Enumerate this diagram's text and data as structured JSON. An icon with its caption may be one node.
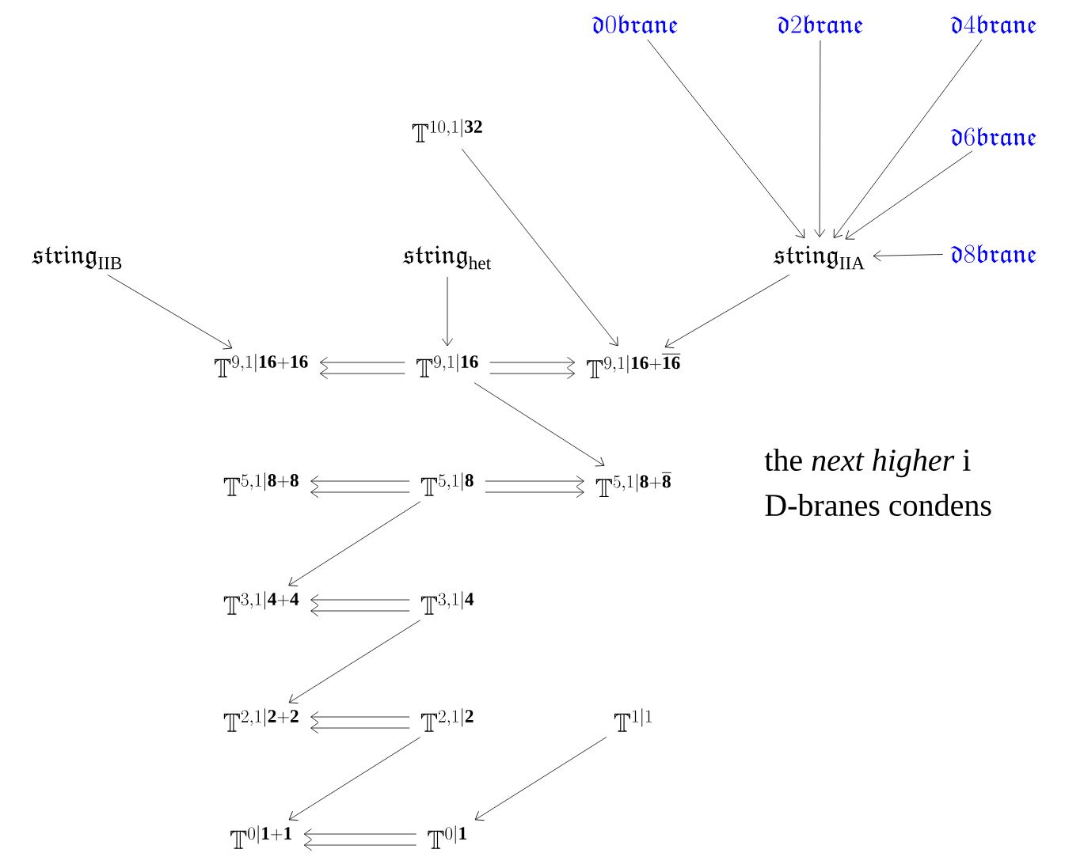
{
  "diagram": {
    "nodes": [
      {
        "text": [
          "\\mathfrak{d}0\\mathfrak{brane}"
        ]
      },
      {
        "text": [
          "\\mathfrak{d}2\\mathfrak{brane}"
        ]
      },
      {
        "text": [
          "\\mathfrak{d}4\\mathfrak{brane}"
        ]
      },
      {
        "text": [
          "\\mathfrak{d}6\\mathfrak{brane}"
        ]
      },
      {
        "text": [
          "\\mathbb{T}^{10,1|\\mathbf{32}}"
        ]
      },
      {
        "text": [
          "\\mathfrak{string}_{\\mathrm{IIB}}"
        ]
      },
      {
        "text": [
          "\\mathfrak{string}_{\\mathrm{het}}"
        ]
      },
      {
        "text": [
          "\\mathfrak{string}_{\\mathrm{IIA}}"
        ]
      },
      {
        "text": [
          "\\mathfrak{d}8\\mathfrak{brane}"
        ]
      },
      {
        "text": [
          "\\mathbb{T}^{9,1|\\mathbf{16}+\\mathbf{16}}"
        ]
      },
      {
        "text": [
          "\\mathbb{T}^{9,1|\\mathbf{16}}"
        ]
      },
      {
        "text": [
          "\\mathbb{T}^{9,1|\\mathbf{16}+\\overline{\\mathbf{16}}}"
        ]
      },
      {
        "text": [
          "\\mathbb{T}^{5,1|\\mathbf{8}+\\mathbf{8}}"
        ]
      },
      {
        "text": [
          "\\mathbb{T}^{5,1|\\mathbf{8}}"
        ]
      },
      {
        "text": [
          "\\mathbb{T}^{5,1|\\mathbf{8}+\\overline{\\mathbf{8}}}"
        ]
      },
      {
        "text": [
          "\\mathbb{T}^{3,1|\\mathbf{4}+\\mathbf{4}}"
        ]
      },
      {
        "text": [
          "\\mathbb{T}^{3,1|\\mathbf{4}}"
        ]
      },
      {
        "text": [
          "\\mathbb{T}^{2,1|\\mathbf{2}+\\mathbf{2}}"
        ]
      },
      {
        "text": [
          "\\mathbb{T}^{2,1|\\mathbf{2}}"
        ]
      },
      {
        "text": [
          "\\mathbb{T}^{1|1}"
        ]
      },
      {
        "text": [
          "\\mathbb{T}^{0|\\mathbf{1}+\\mathbf{1}}"
        ]
      },
      {
        "text": [
          "\\mathbb{T}^{0|\\mathbf{1}}"
        ]
      }
    ],
    "edges": [
      {
        "from": 0,
        "to": 7,
        "arrow": "to"
      },
      {
        "from": 1,
        "to": 7,
        "arrow": "to"
      },
      {
        "from": 2,
        "to": 7,
        "arrow": "to"
      },
      {
        "from": 3,
        "to": 7,
        "arrow": "to"
      },
      {
        "from": 8,
        "to": 7,
        "arrow": "to"
      },
      {
        "from": 4,
        "to": 11,
        "arrow": "to"
      },
      {
        "from": 7,
        "to": 11,
        "arrow": "to"
      },
      {
        "from": 5,
        "to": 9,
        "arrow": "to"
      },
      {
        "from": 6,
        "to": 10,
        "arrow": "to"
      },
      {
        "from": 10,
        "to": 9,
        "arrow": "to"
      },
      {
        "from": 10,
        "to": 9,
        "arrow": "to"
      },
      {
        "from": 10,
        "to": 11,
        "arrow": "to"
      },
      {
        "from": 10,
        "to": 11,
        "arrow": "to"
      },
      {
        "from": 10,
        "to": 14,
        "arrow": "to"
      },
      {
        "from": 13,
        "to": 12,
        "arrow": "to"
      },
      {
        "from": 13,
        "to": 12,
        "arrow": "to"
      },
      {
        "from": 13,
        "to": 14,
        "arrow": "to"
      },
      {
        "from": 13,
        "to": 14,
        "arrow": "to"
      },
      {
        "from": 13,
        "to": 15,
        "arrow": "to"
      },
      {
        "from": 16,
        "to": 15,
        "arrow": "to"
      },
      {
        "from": 16,
        "to": 15,
        "arrow": "to"
      },
      {
        "from": 16,
        "to": 17,
        "arrow": "to"
      },
      {
        "from": 18,
        "to": 17,
        "arrow": "to"
      },
      {
        "from": 18,
        "to": 17,
        "arrow": "to"
      },
      {
        "from": 18,
        "to": 20,
        "arrow": "to"
      },
      {
        "from": 19,
        "to": 21,
        "arrow": "to"
      },
      {
        "from": 21,
        "to": 20,
        "arrow": "to"
      },
      {
        "from": 21,
        "to": 20,
        "arrow": "to"
      }
    ],
    "labels": [
      "the *next higher* i",
      "D-branes condens"
    ]
  }
}
